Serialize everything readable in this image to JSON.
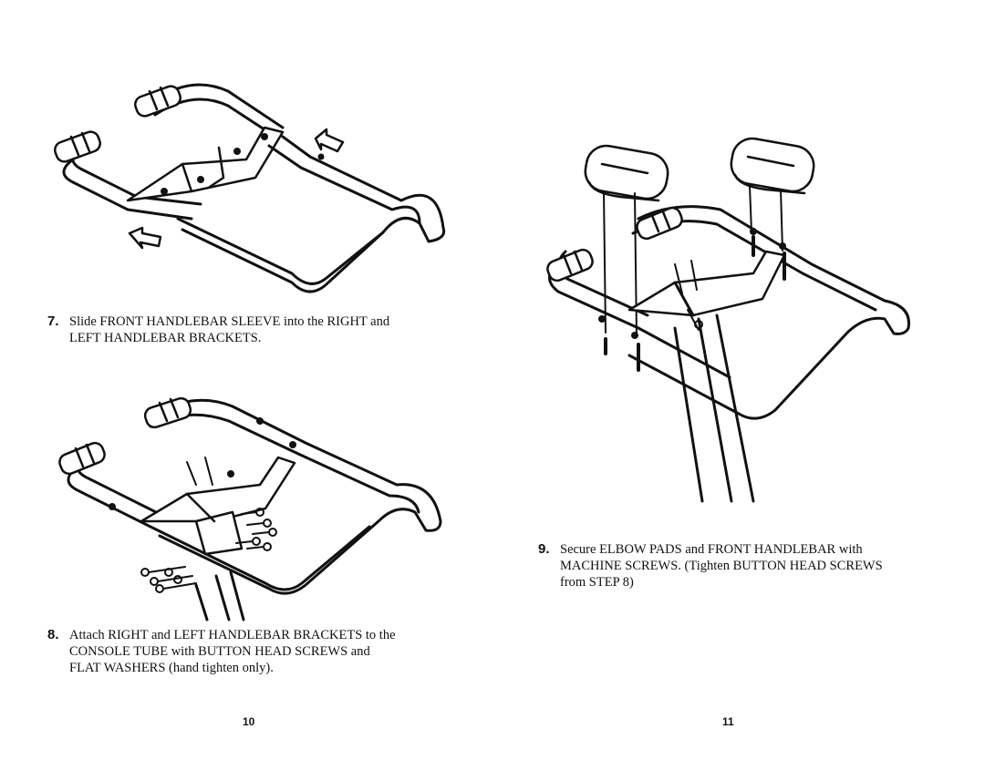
{
  "steps": [
    {
      "number": "7.",
      "text": "Slide FRONT HANDLEBAR SLEEVE into the RIGHT and\nLEFT HANDLEBAR BRACKETS."
    },
    {
      "number": "8.",
      "text": "Attach RIGHT and LEFT HANDLEBAR BRACKETS to the\nCONSOLE TUBE with BUTTON HEAD SCREWS and\nFLAT WASHERS (hand tighten only)."
    },
    {
      "number": "9.",
      "text": "Secure ELBOW PADS and FRONT HANDLEBAR with\nMACHINE SCREWS.  (Tighten BUTTON HEAD SCREWS\nfrom STEP 8)"
    }
  ],
  "pages": {
    "left": "10",
    "right": "11"
  }
}
